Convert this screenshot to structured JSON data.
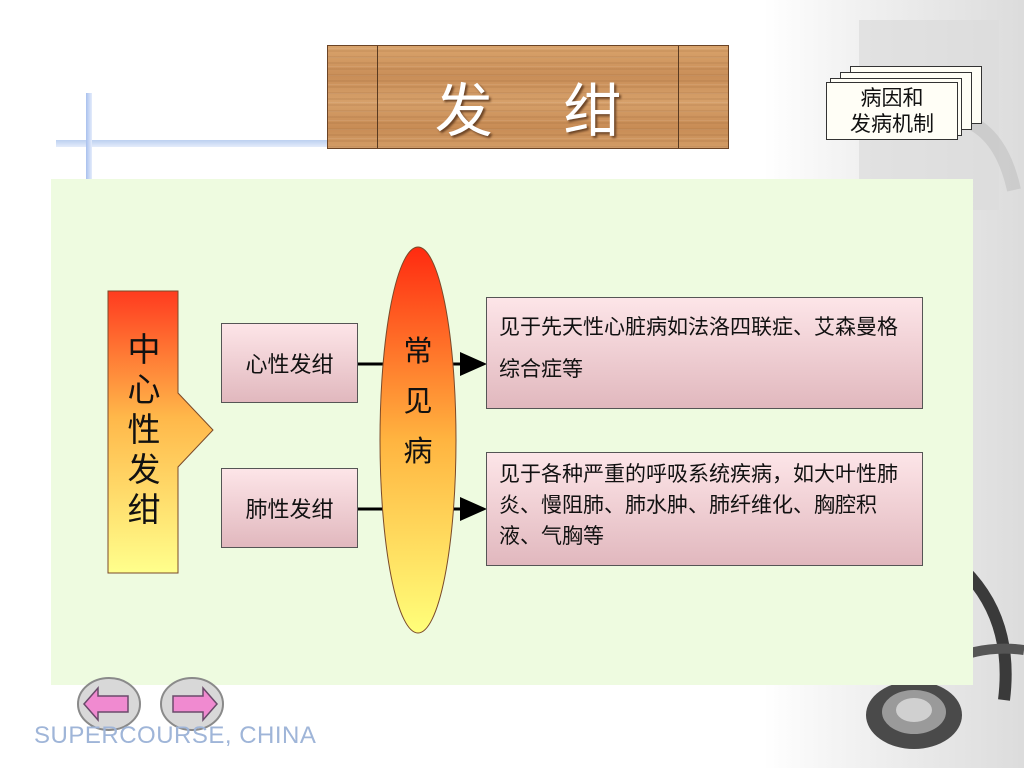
{
  "title": "发 绀",
  "corner_card": {
    "line1": "病因和",
    "line2": "发病机制"
  },
  "main_concept": {
    "label": [
      "中",
      "心",
      "性",
      "发",
      "绀"
    ]
  },
  "categories": [
    {
      "label": "心性发绀"
    },
    {
      "label": "肺性发绀"
    }
  ],
  "common_label": [
    "常",
    "见",
    "病"
  ],
  "descriptions": [
    {
      "text": "见于先天性心脏病如法洛四联症、艾森曼格综合症等"
    },
    {
      "text": "见于各种严重的呼吸系统疾病，如大叶性肺炎、慢阻肺、肺水肿、肺纤维化、胸腔积液、气胸等"
    }
  ],
  "navigation": {
    "prev_icon": "arrow-left-icon",
    "next_icon": "arrow-right-icon"
  },
  "footer": {
    "brand": "SUPERCOURSE, CHINA"
  },
  "colors": {
    "panel": "#eefbe0",
    "gradient_top": "#ff3b1f",
    "gradient_bottom": "#ffff8c",
    "box_top": "#fde5e8",
    "box_bottom": "#e1b8be",
    "nav_button": "#f08ad0"
  }
}
